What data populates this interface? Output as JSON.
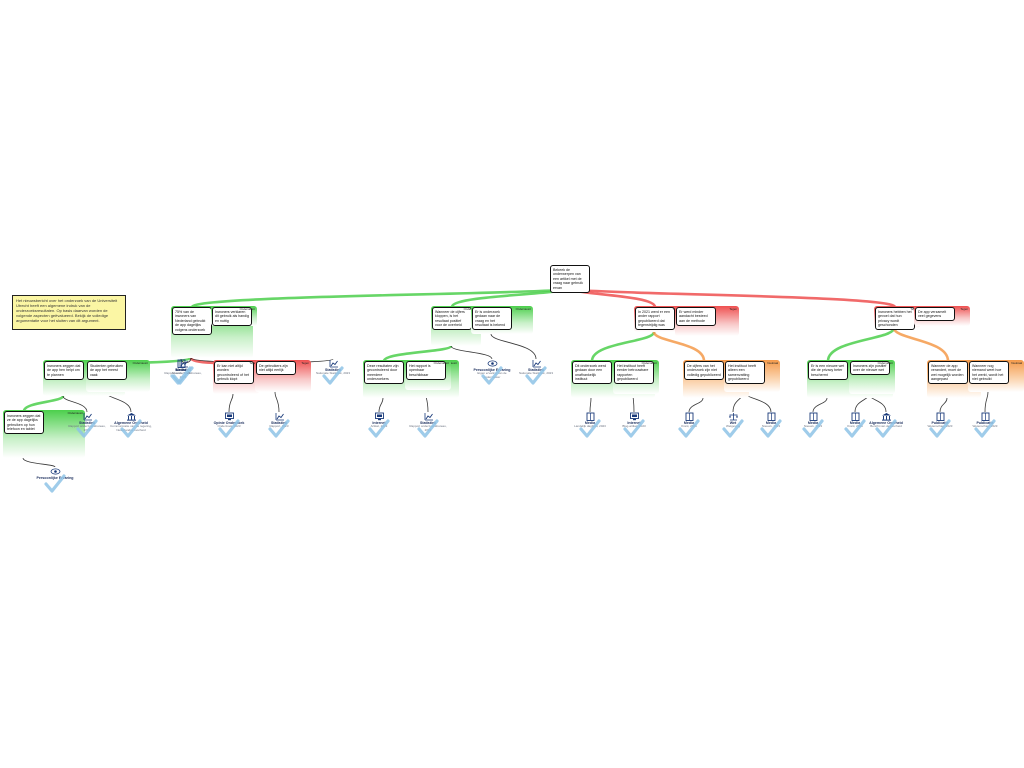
{
  "note": "Het nieuwsbericht over het onderzoek van de Universiteit Utrecht heeft een algemene indruk van de onderzoeksresultaten. Op basis daarvan worden de volgende aspecten geëvalueerd. Bekijk de volledige argumentatie voor het sluiten van dit argument.",
  "tags": {
    "pro": "Ondersteunt",
    "con": "Tegen",
    "mixed": "Neutraal"
  },
  "nodes": [
    {
      "id": "root",
      "type": "none",
      "text": "Bekeek de onderwerpen van een artikel met de vraag naar gebruik ervan"
    },
    {
      "id": "n1",
      "type": "pro",
      "text": "75% van de inwoners van Nederland gebruikt de app dagelijks volgens onderzoek"
    },
    {
      "id": "n2",
      "type": "pro",
      "text": "Inwoners verklaren dit gebruik als handig en nuttig"
    },
    {
      "id": "n3",
      "type": "pro",
      "text": "Inwoners zeggen dat de app hen helpt om te plannen"
    },
    {
      "id": "n4",
      "type": "pro",
      "text": "Studenten gebruiken de app het meest vaak"
    },
    {
      "id": "n5",
      "type": "pro",
      "text": "Inwoners zeggen dat ze de app dagelijks gebruiken op hun telefoon en tablet"
    },
    {
      "id": "n6",
      "type": "con",
      "text": "Er kan niet altijd worden gecontroleerd of het gebruik klopt"
    },
    {
      "id": "n7",
      "type": "con",
      "text": "De gebruikers zijn niet altijd eerlijk"
    },
    {
      "id": "n8",
      "type": "pro",
      "text": "Wanneer de cijfers kloppen, is het resultaat positief voor de overheid"
    },
    {
      "id": "n9",
      "type": "pro",
      "text": "Er is onderzoek gedaan naar de vraag en het resultaat is bekend"
    },
    {
      "id": "n10",
      "type": "pro",
      "text": "Deze resultaten zijn gecontroleerd door meerdere onderzoekers"
    },
    {
      "id": "n11",
      "type": "pro",
      "text": "Het rapport is openbaar beschikbaar"
    },
    {
      "id": "n12",
      "type": "con",
      "text": "In 2021 werd er een ander rapport gepubliceerd dat tegenstrijdig was"
    },
    {
      "id": "n13",
      "type": "con",
      "text": "Er werd minder aandacht besteed aan de methode"
    },
    {
      "id": "n14",
      "type": "pro",
      "text": "Dit onderzoek werd gedaan door een onafhankelijk instituut"
    },
    {
      "id": "n15",
      "type": "pro",
      "text": "Het instituut heeft eerder betrouwbare rapporten gepubliceerd"
    },
    {
      "id": "n16",
      "type": "mixed",
      "text": "De cijfers van het onderzoek zijn niet volledig gepubliceerd"
    },
    {
      "id": "n17",
      "type": "mixed",
      "text": "Het instituut heeft alleen een samenvatting gepubliceerd"
    },
    {
      "id": "n18",
      "type": "con",
      "text": "Inwoners hebben het gevoel dat hun privacy wordt geschonden"
    },
    {
      "id": "n19",
      "type": "con",
      "text": "De app verzamelt veel gegevens"
    },
    {
      "id": "n20",
      "type": "pro",
      "text": "Er is een nieuwe wet die de privacy beter beschermt"
    },
    {
      "id": "n21",
      "type": "pro",
      "text": "Inwoners zijn positief over de nieuwe wet"
    },
    {
      "id": "n22",
      "type": "mixed",
      "text": "Wanneer de app verandert, moet de wet mogelijk worden aangepast"
    },
    {
      "id": "n23",
      "type": "mixed",
      "text": "Wanneer nog niemand weet hoe het werkt, wordt het niet gebruikt"
    }
  ],
  "sources": [
    {
      "id": "s1",
      "icon": "chart",
      "label": "Statistiek",
      "sub": "Rapport onderzoeksbureau, 2023"
    },
    {
      "id": "s2",
      "icon": "person",
      "label": "Persoonlijke Ervaring",
      "sub": ""
    },
    {
      "id": "s3",
      "icon": "chart",
      "label": "Statistiek",
      "sub": "Rapport onderzoeksbureau, 2023"
    },
    {
      "id": "s4",
      "icon": "building",
      "label": "Algemene Overheid",
      "sub": "Communicatie van de regering, Nederlandse overheid"
    },
    {
      "id": "s5",
      "icon": "chart",
      "label": "Statistiek",
      "sub": "Nationale Statistiek, 2023"
    },
    {
      "id": "s6",
      "icon": "monitor",
      "label": "Opinie Onderzoek",
      "sub": "Onderzoek, 2023"
    },
    {
      "id": "s7",
      "icon": "chart",
      "label": "Statistiek",
      "sub": "Rapport, 2023"
    },
    {
      "id": "s8",
      "icon": "book",
      "label": "Media",
      "sub": "Nieuws, 2023"
    },
    {
      "id": "s9",
      "icon": "monitor",
      "label": "Internet",
      "sub": "Artikel, 2023"
    },
    {
      "id": "s10",
      "icon": "chart",
      "label": "Statistiek",
      "sub": "Rapport onderzoeksbureau, 2023"
    },
    {
      "id": "s11",
      "icon": "person",
      "label": "Persoonlijke Ervaring",
      "sub": "Eigen ervaring van de onderzoeker"
    },
    {
      "id": "s12",
      "icon": "chart",
      "label": "Statistiek",
      "sub": "Nationale Statistiek, 2023"
    },
    {
      "id": "s13",
      "icon": "book",
      "label": "Media",
      "sub": "Landelijk dagblad, 2023"
    },
    {
      "id": "s14",
      "icon": "monitor",
      "label": "Internet",
      "sub": "Blog-artikel, 2023"
    },
    {
      "id": "s15",
      "icon": "book",
      "label": "Media",
      "sub": "Krant, 2023"
    },
    {
      "id": "s16",
      "icon": "scale",
      "label": "Wet",
      "sub": "Wetgeving"
    },
    {
      "id": "s17",
      "icon": "book",
      "label": "Media",
      "sub": "Nieuws, 2023"
    },
    {
      "id": "s18",
      "icon": "book",
      "label": "Media",
      "sub": "Nieuws, 2023"
    },
    {
      "id": "s19",
      "icon": "book",
      "label": "Media",
      "sub": "Krant, 2023"
    },
    {
      "id": "s20",
      "icon": "building",
      "label": "Algemene Overheid",
      "sub": "Bericht van de overheid"
    },
    {
      "id": "s21",
      "icon": "book",
      "label": "Publicatie",
      "sub": "Wetenschap, 2023"
    },
    {
      "id": "s22",
      "icon": "book",
      "label": "Publicatie",
      "sub": "Wetenschap, 2023"
    }
  ],
  "colors": {
    "pro": "#4ccf4c",
    "con": "#ef5050",
    "mixed": "#f59a4a",
    "check": "#8ec3e6",
    "note": "#fbf6a4"
  }
}
